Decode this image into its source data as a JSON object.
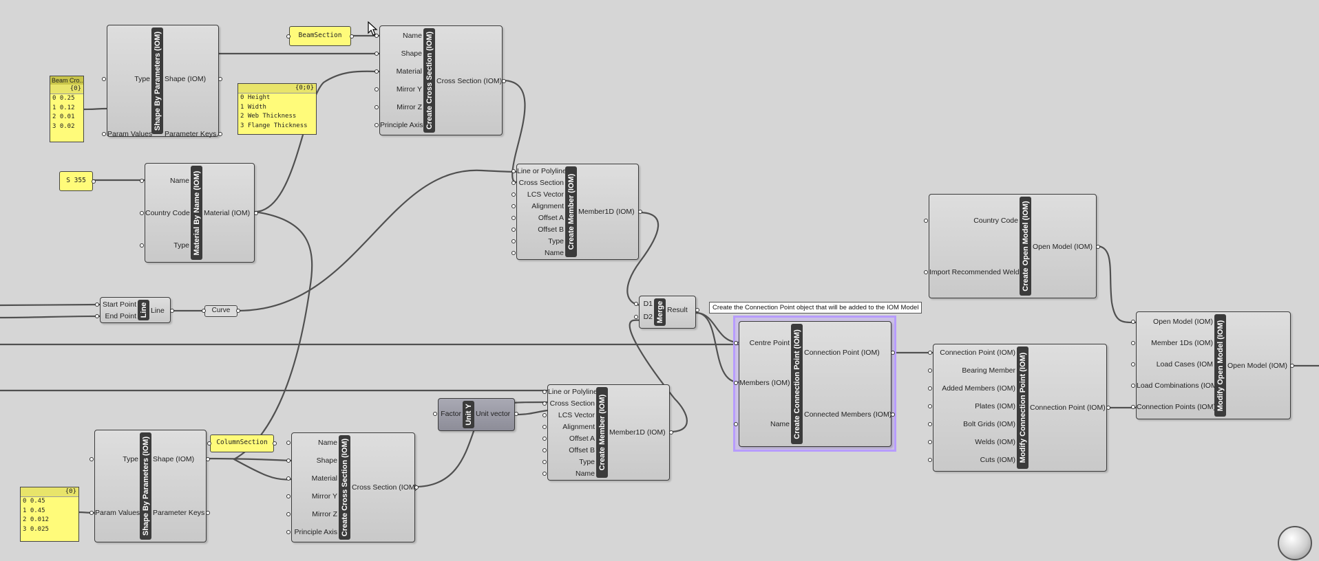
{
  "tooltip": "Create the Connection Point object that will be added to the IOM Model",
  "panels": {
    "beam_params": {
      "title": "Beam Cro...",
      "header": "{0}",
      "rows": [
        "0 0.25",
        "1 0.12",
        "2 0.01",
        "3 0.02"
      ]
    },
    "beam_keys": {
      "header": "{0;0}",
      "rows": [
        "0 Height",
        "1 Width",
        "2 Web Thickness",
        "3 Flange Thickness"
      ]
    },
    "column_params": {
      "header": "{0}",
      "rows": [
        "0 0.45",
        "1 0.45",
        "2 0.012",
        "3 0.025"
      ]
    }
  },
  "params": {
    "beam_section": "BeamSection",
    "material_name": "S 355",
    "column_section": "ColumnSection",
    "curve": "Curve"
  },
  "components": {
    "shape1": {
      "title": "Shape By Parameters (IOM)",
      "inputs": [
        "Type",
        "Param Values"
      ],
      "outputs": [
        "Shape (IOM)",
        "Parameter Keys"
      ]
    },
    "material": {
      "title": "Material By Name (IOM)",
      "inputs": [
        "Name",
        "Country Code",
        "Type"
      ],
      "outputs": [
        "Material (IOM)"
      ]
    },
    "line": {
      "title": "Line",
      "inputs": [
        "Start Point",
        "End Point"
      ],
      "outputs": [
        "Line"
      ]
    },
    "cross1": {
      "title": "Create Cross Section (IOM)",
      "inputs": [
        "Name",
        "Shape",
        "Material",
        "Mirror Y",
        "Mirror Z",
        "Principle Axis"
      ],
      "outputs": [
        "Cross Section (IOM)"
      ]
    },
    "member1": {
      "title": "Create Member (IOM)",
      "inputs": [
        "Line or Polyline",
        "Cross Section",
        "LCS Vector",
        "Alignment",
        "Offset A",
        "Offset B",
        "Type",
        "Name"
      ],
      "outputs": [
        "Member1D (IOM)"
      ]
    },
    "merge": {
      "title": "Merge",
      "inputs": [
        "D1",
        "D2"
      ],
      "outputs": [
        "Result"
      ]
    },
    "unity": {
      "title": "Unit Y",
      "inputs": [
        "Factor"
      ],
      "outputs": [
        "Unit vector"
      ]
    },
    "member2": {
      "title": "Create Member (IOM)",
      "inputs": [
        "Line or Polyline",
        "Cross Section",
        "LCS Vector",
        "Alignment",
        "Offset A",
        "Offset B",
        "Type",
        "Name"
      ],
      "outputs": [
        "Member1D (IOM)"
      ]
    },
    "shape2": {
      "title": "Shape By Parameters (IOM)",
      "inputs": [
        "Type",
        "Param Values"
      ],
      "outputs": [
        "Shape (IOM)",
        "Parameter Keys"
      ]
    },
    "cross2": {
      "title": "Create Cross Section (IOM)",
      "inputs": [
        "Name",
        "Shape",
        "Material",
        "Mirror Y",
        "Mirror Z",
        "Principle Axis"
      ],
      "outputs": [
        "Cross Section (IOM)"
      ]
    },
    "connpt": {
      "title": "Create Connection Point (IOM)",
      "inputs": [
        "Centre Point",
        "Members (IOM)",
        "Name"
      ],
      "outputs": [
        "Connection Point (IOM)",
        "Connected Members (IOM)"
      ]
    },
    "openmodel": {
      "title": "Create Open Model (IOM)",
      "inputs": [
        "Country Code",
        "Import Recommended Welds"
      ],
      "outputs": [
        "Open Model (IOM)"
      ]
    },
    "modconn": {
      "title": "Modify Connection Point (IOM)",
      "inputs": [
        "Connection Point (IOM)",
        "Bearing Member",
        "Added Members (IOM)",
        "Plates (IOM)",
        "Bolt Grids (IOM)",
        "Welds (IOM)",
        "Cuts (IOM)"
      ],
      "outputs": [
        "Connection Point (IOM)"
      ]
    },
    "modmodel": {
      "title": "Modify Open Model (IOM)",
      "inputs": [
        "Open Model (IOM)",
        "Member 1Ds (IOM)",
        "Load Cases (IOM",
        "Load Combinations (IOM)",
        "Connection Points (IOM)"
      ],
      "outputs": [
        "Open Model (IOM)"
      ]
    }
  }
}
